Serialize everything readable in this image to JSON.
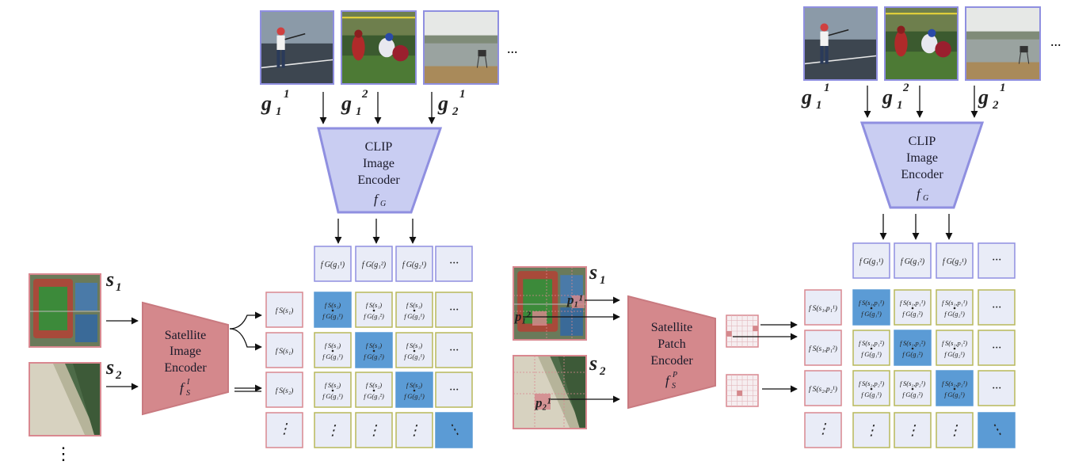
{
  "left": {
    "ground_labels": [
      {
        "base": "g",
        "sub": "1",
        "sup": "1"
      },
      {
        "base": "g",
        "sub": "1",
        "sup": "2"
      },
      {
        "base": "g",
        "sub": "2",
        "sup": "1"
      }
    ],
    "ellipsis_h": "...",
    "clip_encoder": {
      "line1": "CLIP",
      "line2": "Image",
      "line3": "Encoder",
      "fn": "f",
      "fn_sub": "G"
    },
    "sat_labels": [
      {
        "base": "s",
        "sub": "1"
      },
      {
        "base": "s",
        "sub": "2"
      }
    ],
    "sat_encoder": {
      "line1": "Satellite",
      "line2": "Image",
      "line3": "Encoder",
      "fn": "f",
      "fn_sub": "S",
      "fn_sup": "I"
    },
    "col_headers": [
      "f G(g₁¹)",
      "f G(g₁²)",
      "f G(g₂¹)",
      "···"
    ],
    "row_headers": [
      "f S(s₁)",
      "f S(s₁)",
      "f S(s₂)",
      "⋮"
    ],
    "vdots": "⋮"
  },
  "right": {
    "ground_labels": [
      {
        "base": "g",
        "sub": "1",
        "sup": "1"
      },
      {
        "base": "g",
        "sub": "1",
        "sup": "2"
      },
      {
        "base": "g",
        "sub": "2",
        "sup": "1"
      }
    ],
    "ellipsis_h": "...",
    "clip_encoder": {
      "line1": "CLIP",
      "line2": "Image",
      "line3": "Encoder",
      "fn": "f",
      "fn_sub": "G"
    },
    "sat_labels": [
      {
        "base": "s",
        "sub": "1"
      },
      {
        "base": "s",
        "sub": "2"
      }
    ],
    "patch_labels": [
      "p₁¹",
      "p₁²",
      "p₂¹"
    ],
    "sat_encoder": {
      "line1": "Satellite",
      "line2": "Patch",
      "line3": "Encoder",
      "fn": "f",
      "fn_sub": "S",
      "fn_sup": "P"
    },
    "col_headers": [
      "f G(g₁¹)",
      "f G(g₁²)",
      "f G(g₂¹)",
      "···"
    ],
    "row_headers": [
      "f S(s₁,p₁¹)",
      "f S(s₁,p₁²)",
      "f S(s₂,p₂¹)",
      "⋮"
    ]
  },
  "colors": {
    "blue_stroke": "#8f8fe0",
    "blue_fill": "#c9cdf2",
    "red_stroke": "#d98890",
    "red_fill": "#d4888c",
    "olive_stroke": "#b8b85a",
    "cell_fill": "#e9ecf7",
    "diag_fill": "#5b9bd5"
  }
}
